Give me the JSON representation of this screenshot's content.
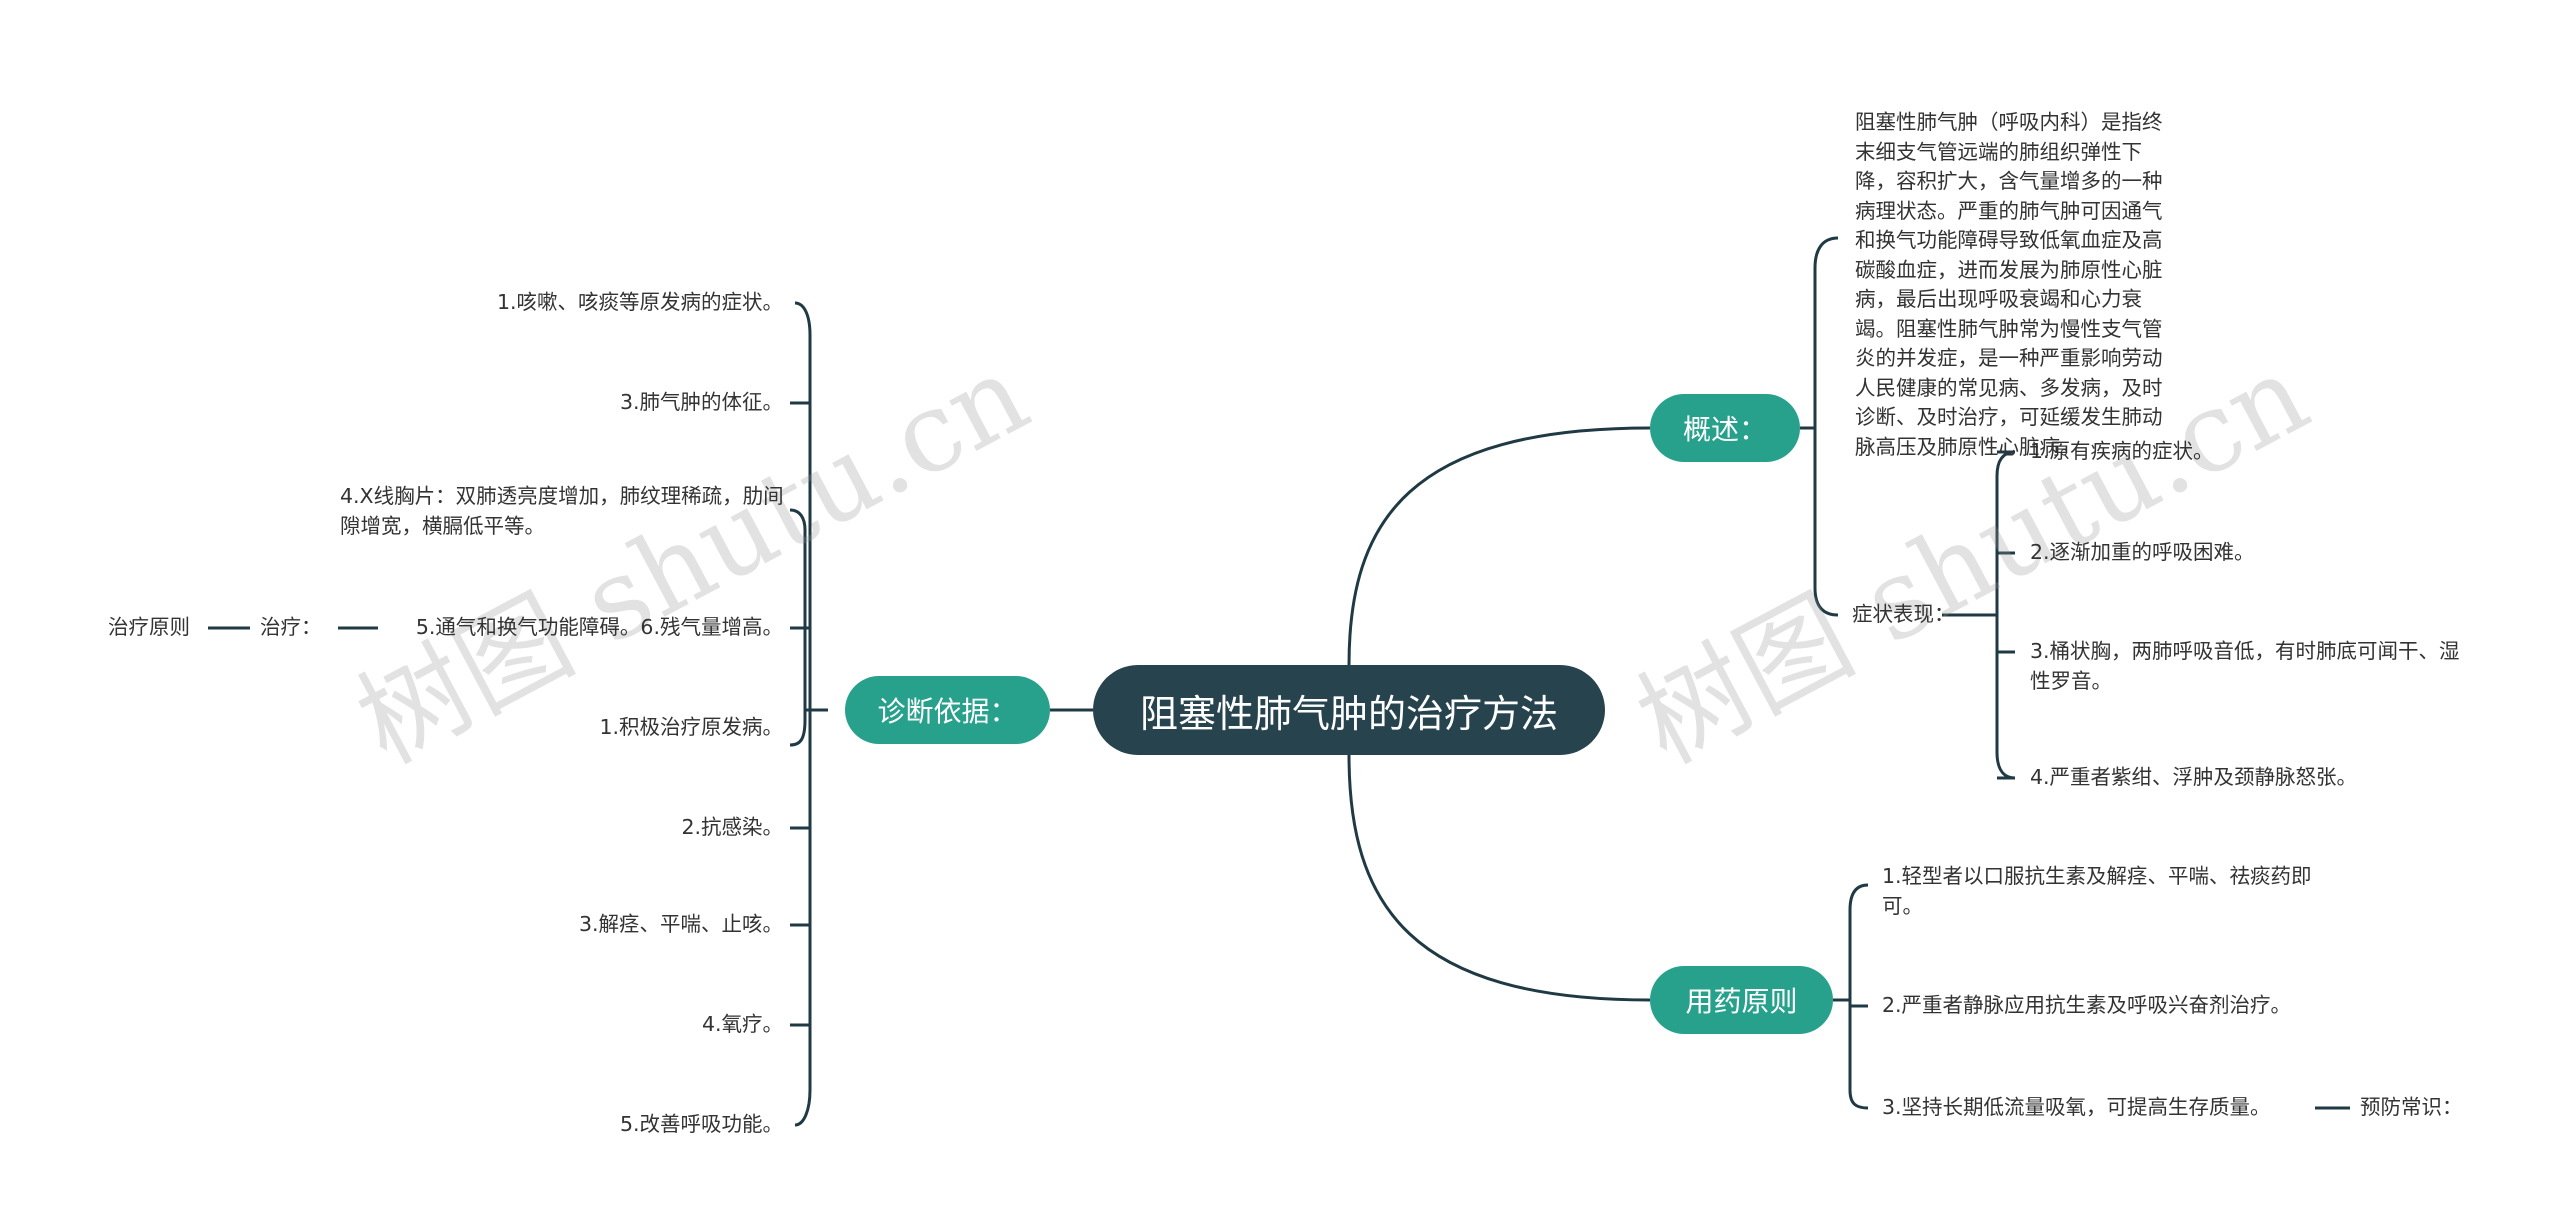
{
  "root": "阻塞性肺气肿的治疗方法",
  "branches": {
    "overview": "概述：",
    "medication": "用药原则",
    "diagnosis": "诊断依据："
  },
  "overview": {
    "description": "阻塞性肺气肿（呼吸内科）是指终末细支气管远端的肺组织弹性下降，容积扩大，含气量增多的一种病理状态。严重的肺气肿可因通气和换气功能障碍导致低氧血症及高碳酸血症，进而发展为肺原性心脏病，最后出现呼吸衰竭和心力衰竭。阻塞性肺气肿常为慢性支气管炎的并发症，是一种严重影响劳动人民健康的常见病、多发病，及时诊断、及时治疗，可延缓发生肺动脉高压及肺原性心脏病。",
    "symptoms_label": "症状表现：",
    "symptoms": [
      "1.原有疾病的症状。",
      "2.逐渐加重的呼吸困难。",
      "3.桶状胸，两肺呼吸音低，有时肺底可闻干、湿性罗音。",
      "4.严重者紫绀、浮肿及颈静脉怒张。"
    ]
  },
  "medication": {
    "items": [
      "1.轻型者以口服抗生素及解痉、平喘、祛痰药即可。",
      "2.严重者静脉应用抗生素及呼吸兴奋剂治疗。",
      "3.坚持长期低流量吸氧，可提高生存质量。"
    ],
    "prevention": "预防常识："
  },
  "diagnosis": {
    "items": [
      "1.咳嗽、咳痰等原发病的症状。",
      "3.肺气肿的体征。",
      "4.X线胸片：双肺透亮度增加，肺纹理稀疏，肋间隙增宽，横膈低平等。",
      "5.通气和换气功能障碍。6.残气量增高。",
      "1.积极治疗原发病。",
      "2.抗感染。",
      "3.解痉、平喘、止咳。",
      "4.氧疗。",
      "5.改善呼吸功能。"
    ],
    "treatment": "治疗：",
    "treatment_principle": "治疗原则"
  },
  "watermark": "树图 shutu.cn",
  "colors": {
    "root": "#27444e",
    "branch": "#28a18c",
    "line": "#1f3a44"
  }
}
